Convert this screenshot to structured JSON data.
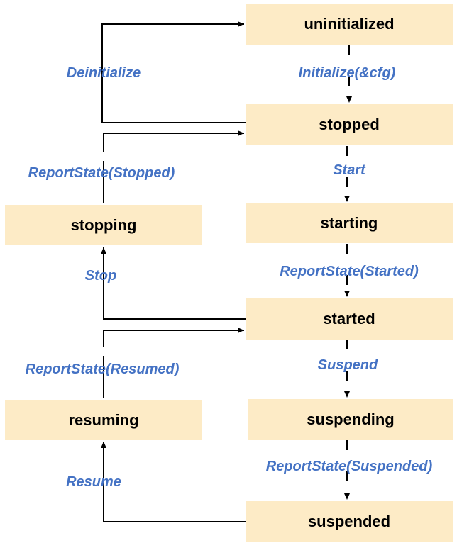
{
  "states": {
    "uninitialized": "uninitialized",
    "stopped": "stopped",
    "starting": "starting",
    "started": "started",
    "suspending": "suspending",
    "suspended": "suspended",
    "stopping": "stopping",
    "resuming": "resuming"
  },
  "transitions": {
    "initialize": "Initialize(&cfg)",
    "deinitialize": "Deinitialize",
    "start": "Start",
    "report_started": "ReportState(Started)",
    "report_stopped": "ReportState(Stopped)",
    "stop": "Stop",
    "suspend": "Suspend",
    "report_suspended": "ReportState(Suspended)",
    "report_resumed": "ReportState(Resumed)",
    "resume": "Resume"
  },
  "colors": {
    "node_fill": "#fdebc6",
    "label": "#4472c4",
    "line": "#000000"
  }
}
